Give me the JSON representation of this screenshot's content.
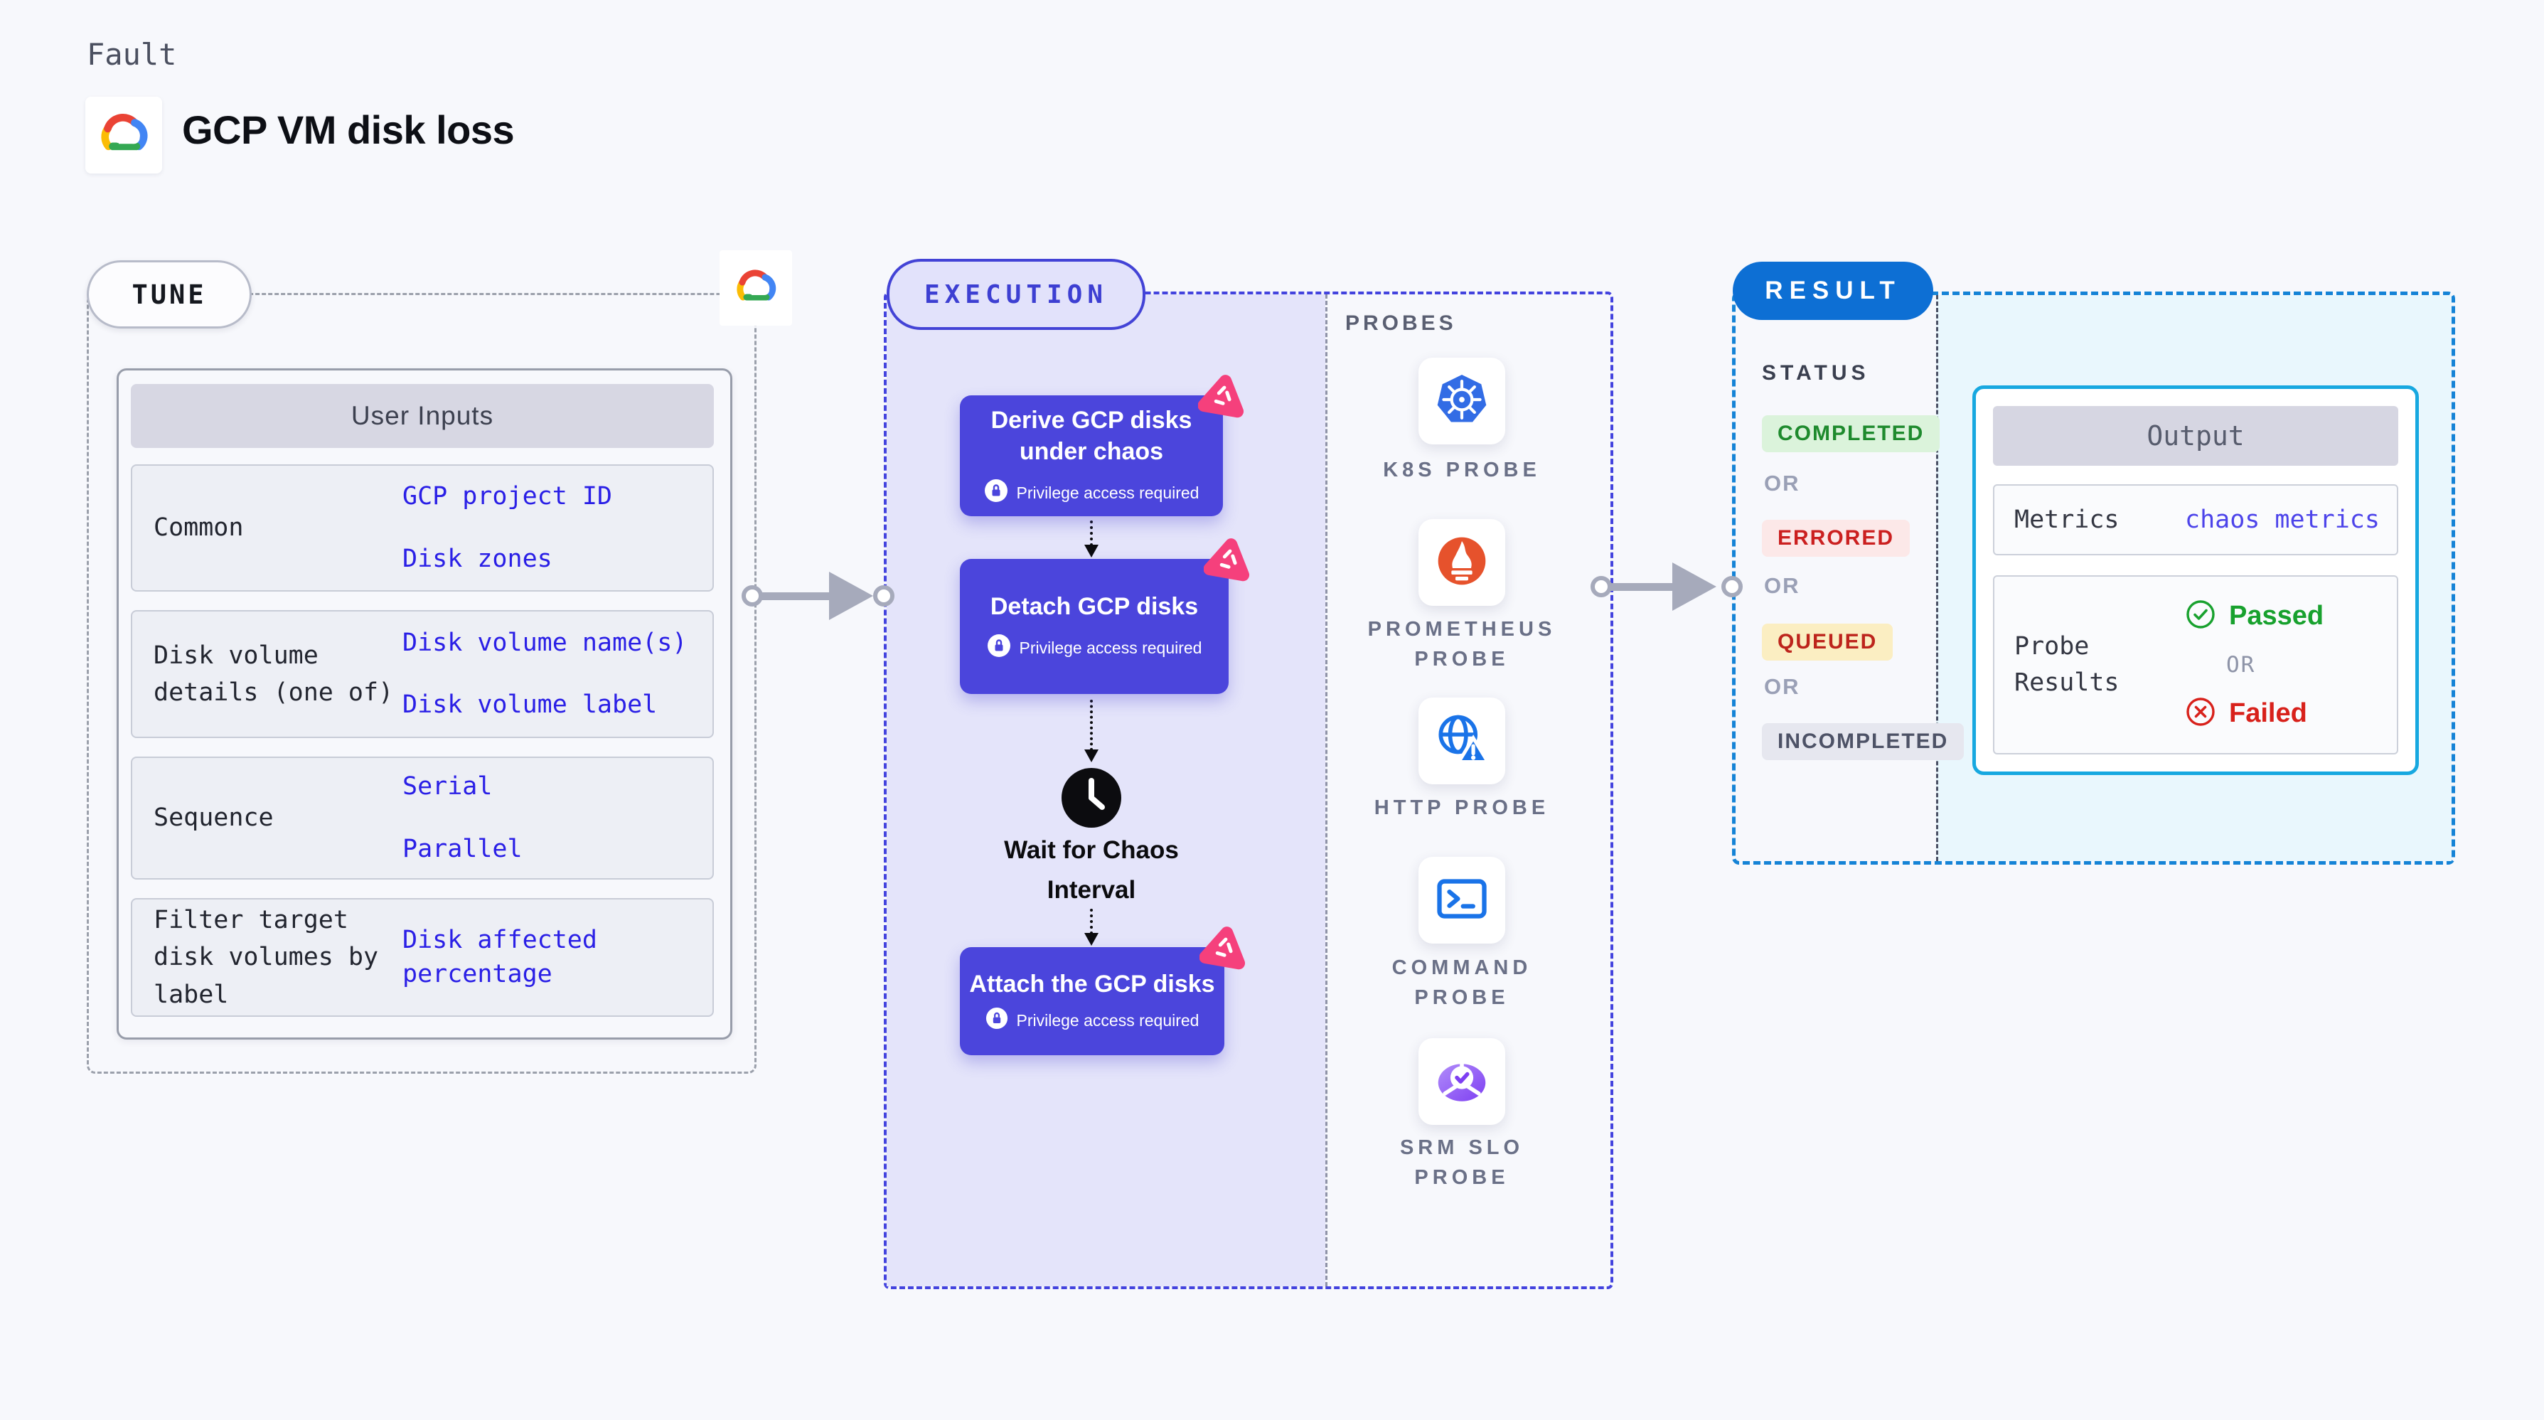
{
  "header": {
    "eyebrow": "Fault",
    "title": "GCP VM disk loss"
  },
  "tune": {
    "badge": "TUNE",
    "table": {
      "header": "User Inputs",
      "rows": [
        {
          "label": "Common",
          "values": [
            "GCP project ID",
            "Disk zones"
          ]
        },
        {
          "label": "Disk volume details (one of)",
          "values": [
            "Disk volume name(s)",
            "Disk volume label"
          ]
        },
        {
          "label": "Sequence",
          "values": [
            "Serial",
            "Parallel"
          ]
        },
        {
          "label": "Filter target disk volumes by label",
          "values": [
            "Disk affected percentage"
          ]
        }
      ]
    }
  },
  "execution": {
    "badge": "EXECUTION",
    "nodes": [
      {
        "title": "Derive GCP disks under chaos",
        "note": "Privilege access required"
      },
      {
        "title": "Detach GCP disks",
        "note": "Privilege access required"
      },
      {
        "title": "Attach the GCP disks",
        "note": "Privilege access required"
      }
    ],
    "wait_label": "Wait for Chaos Interval"
  },
  "probes": {
    "heading": "PROBES",
    "items": [
      {
        "icon": "kubernetes-icon",
        "label": "K8S PROBE"
      },
      {
        "icon": "prometheus-icon",
        "label": "PROMETHEUS PROBE"
      },
      {
        "icon": "http-globe-icon",
        "label": "HTTP PROBE"
      },
      {
        "icon": "command-terminal-icon",
        "label": "COMMAND PROBE"
      },
      {
        "icon": "srm-slo-icon",
        "label": "SRM SLO PROBE"
      }
    ]
  },
  "result": {
    "badge": "RESULT",
    "status_heading": "STATUS",
    "or_label": "OR",
    "statuses": [
      {
        "label": "COMPLETED",
        "bg": "#dbf3db",
        "color": "#1e8a2d"
      },
      {
        "label": "ERRORED",
        "bg": "#fce8e8",
        "color": "#cb2020"
      },
      {
        "label": "QUEUED",
        "bg": "#fbeec2",
        "color": "#bd241c"
      },
      {
        "label": "INCOMPLETED",
        "bg": "#e6e7ef",
        "color": "#4d5266"
      }
    ],
    "output": {
      "header": "Output",
      "metrics_label": "Metrics",
      "metrics_value": "chaos metrics",
      "probe_results_label": "Probe Results",
      "passed_label": "Passed",
      "failed_label": "Failed",
      "or_label": "OR"
    }
  },
  "colors": {
    "page_bg": "#f7f8fc",
    "node_indigo": "#4b45dc",
    "execution_bg": "#e4e4fa",
    "execution_dash": "#4343de",
    "tune_dash": "#9ba0ab",
    "result_dash": "#1583d6",
    "result_bg": "#e9f7fd",
    "result_pill": "#0d6fd4",
    "output_border": "#17a8e0",
    "value_blue": "#2a1fe6",
    "litmus_pink": "#f5407c",
    "arrow_gray": "#a6aabb",
    "passed_green": "#18a12e",
    "failed_red": "#d8211b"
  }
}
